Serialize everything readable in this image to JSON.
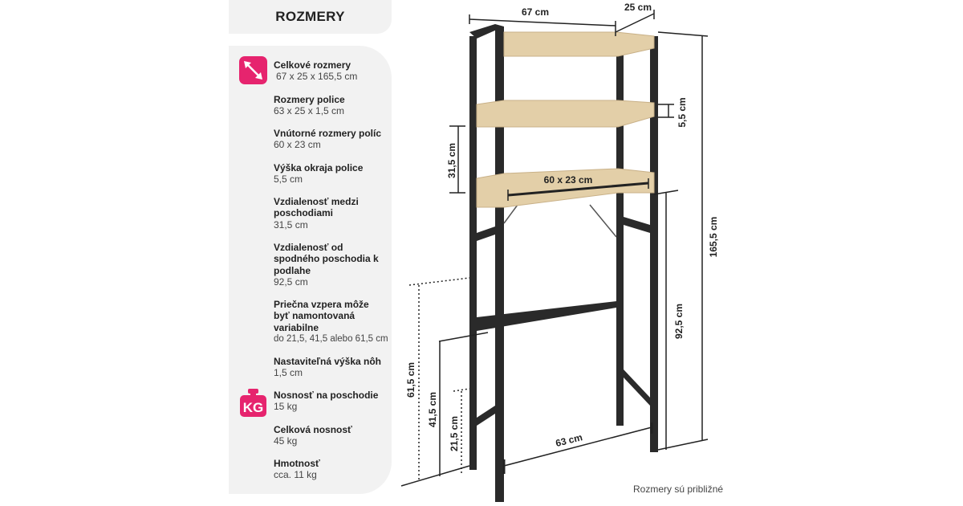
{
  "title": "ROZMERY",
  "specs": [
    {
      "label": "Celkové rozmery",
      "value": "67 x 25 x 165,5 cm"
    },
    {
      "label": "Rozmery police",
      "value": "63 x 25 x 1,5 cm"
    },
    {
      "label": "Vnútorné rozmery políc",
      "value": "60 x 23 cm"
    },
    {
      "label": "Výška okraja police",
      "value": "5,5 cm"
    },
    {
      "label": "Vzdialenosť medzi poschodiami",
      "value": "31,5 cm"
    },
    {
      "label": "Vzdialenosť od spodného poschodia k podlahe",
      "value": "92,5 cm"
    },
    {
      "label": "Priečna vzpera môže byť namontovaná variabilne",
      "value": "do 21,5, 41,5 alebo 61,5 cm"
    },
    {
      "label": "Nastaviteľná výška nôh",
      "value": "1,5 cm"
    },
    {
      "label": "Nosnosť na poschodie",
      "value": "15 kg"
    },
    {
      "label": "Celková nosnosť",
      "value": "45 kg"
    },
    {
      "label": "Hmotnosť",
      "value": "cca. 11 kg"
    }
  ],
  "icons": {
    "dimensions": "diagonal-arrow-icon",
    "weight": "kg-weight-icon",
    "weight_text": "KG"
  },
  "diagram": {
    "width": "67 cm",
    "depth": "25 cm",
    "height": "165,5 cm",
    "rim": "5,5 cm",
    "spacing": "31,5 cm",
    "inner": "60 x 23 cm",
    "clearance": "92,5 cm",
    "brace1": "61,5 cm",
    "brace2": "41,5 cm",
    "brace3": "21,5 cm",
    "bottom_width": "63 cm"
  },
  "note": "Rozmery sú približné",
  "colors": {
    "accent": "#e6246e",
    "panel": "#f2f2f2",
    "wood": "#e3cfa8",
    "frame": "#2a2a2a"
  }
}
